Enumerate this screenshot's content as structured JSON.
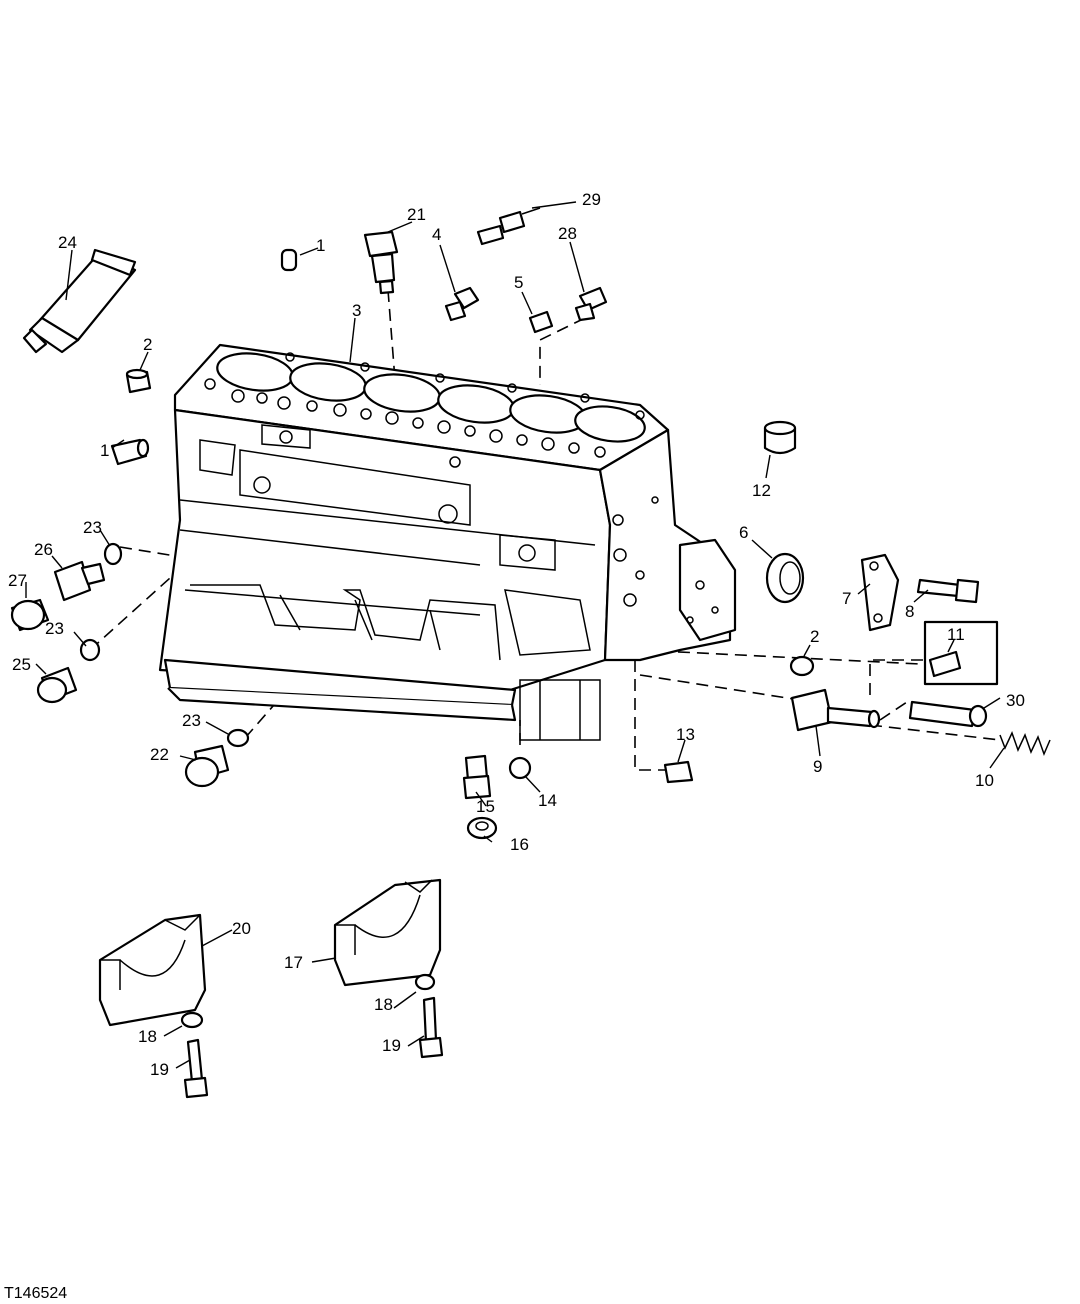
{
  "figure_id": "T146524",
  "callouts": [
    {
      "label": "1"
    },
    {
      "label": "1"
    },
    {
      "label": "2"
    },
    {
      "label": "2"
    },
    {
      "label": "3"
    },
    {
      "label": "4"
    },
    {
      "label": "5"
    },
    {
      "label": "6"
    },
    {
      "label": "7"
    },
    {
      "label": "8"
    },
    {
      "label": "9"
    },
    {
      "label": "10"
    },
    {
      "label": "11"
    },
    {
      "label": "12"
    },
    {
      "label": "13"
    },
    {
      "label": "14"
    },
    {
      "label": "15"
    },
    {
      "label": "16"
    },
    {
      "label": "17"
    },
    {
      "label": "18"
    },
    {
      "label": "18"
    },
    {
      "label": "19"
    },
    {
      "label": "19"
    },
    {
      "label": "20"
    },
    {
      "label": "21"
    },
    {
      "label": "22"
    },
    {
      "label": "23"
    },
    {
      "label": "23"
    },
    {
      "label": "23"
    },
    {
      "label": "24"
    },
    {
      "label": "25"
    },
    {
      "label": "26"
    },
    {
      "label": "27"
    },
    {
      "label": "28"
    },
    {
      "label": "29"
    },
    {
      "label": "30"
    }
  ]
}
